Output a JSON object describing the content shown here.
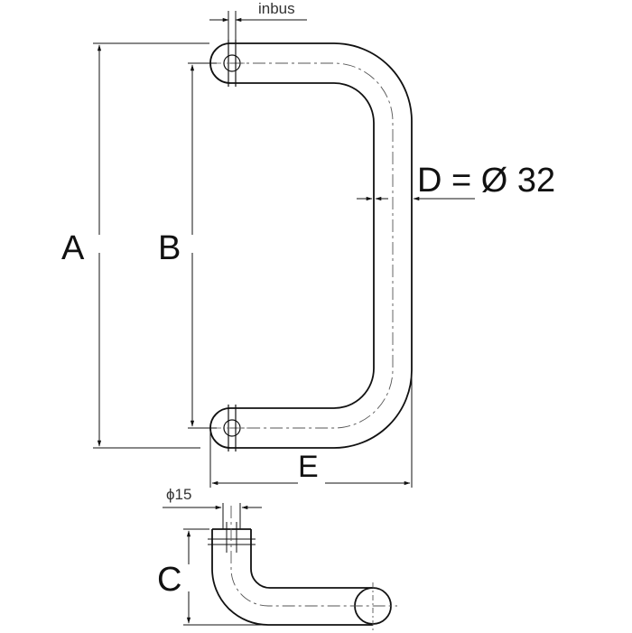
{
  "labels": {
    "inbus": "inbus",
    "a": "A",
    "b": "B",
    "c": "C",
    "d": "D = Ø 32",
    "e": "E",
    "dia15": "ϕ15"
  },
  "colors": {
    "line": "#111111",
    "center_line": "#555555",
    "background": "#ffffff"
  }
}
